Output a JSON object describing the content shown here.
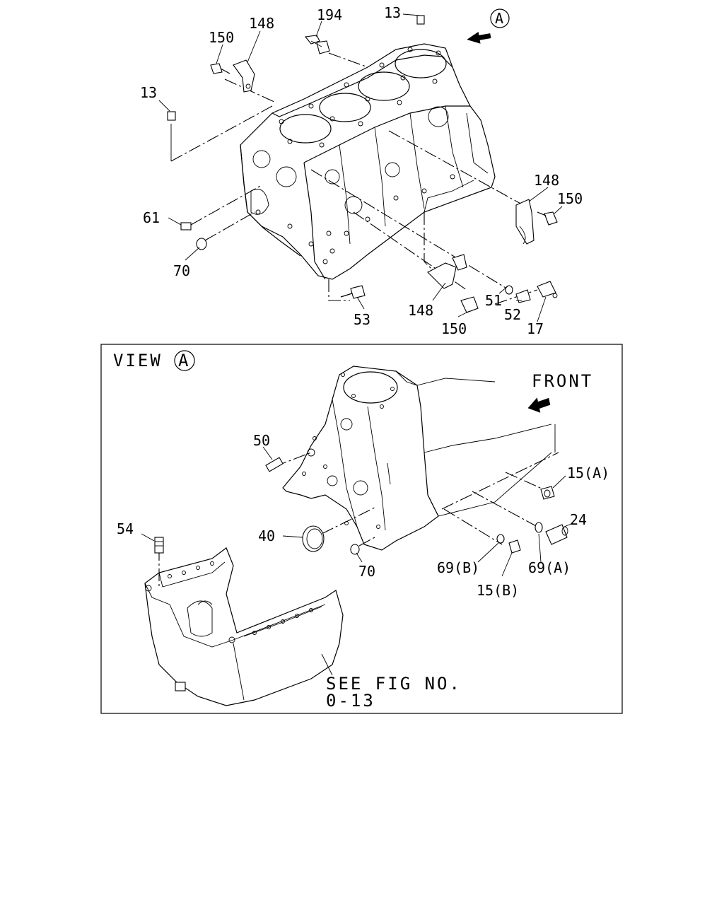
{
  "labels": {
    "p13_top": "13",
    "p194": "194",
    "p148_top": "148",
    "p150_top": "150",
    "p13_left": "13",
    "view_marker_top": "A",
    "p148_right": "148",
    "p150_right": "150",
    "p61": "61",
    "p70_top": "70",
    "p53": "53",
    "p148_bottom": "148",
    "p150_bottom": "150",
    "p51": "51",
    "p52": "52",
    "p17": "17",
    "view_title": "VIEW",
    "view_marker_inset": "A",
    "front": "FRONT",
    "p50": "50",
    "p15a": "15(A)",
    "p24": "24",
    "p40": "40",
    "p70_inset": "70",
    "p69b": "69(B)",
    "p15b": "15(B)",
    "p69a": "69(A)",
    "p54": "54",
    "see_fig_line1": "SEE FIG NO.",
    "see_fig_line2": "0-13"
  }
}
